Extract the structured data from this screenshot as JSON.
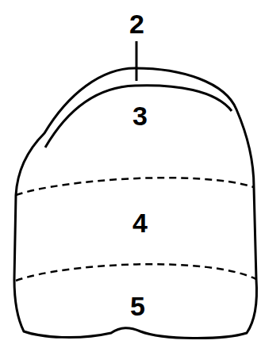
{
  "diagram": {
    "labels": [
      "2",
      "3",
      "4",
      "5"
    ]
  }
}
